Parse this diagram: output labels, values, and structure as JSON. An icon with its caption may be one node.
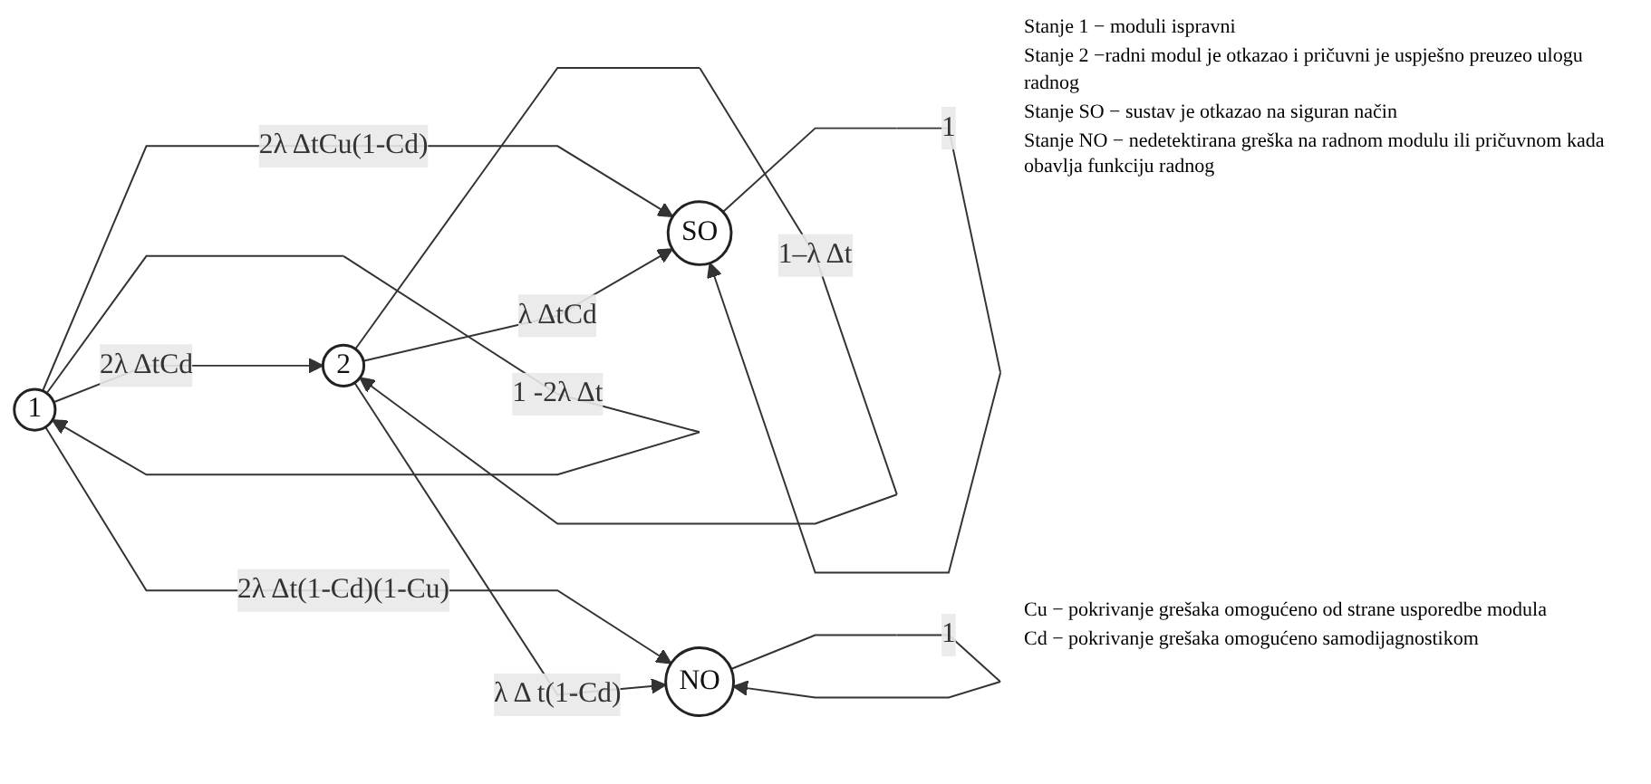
{
  "diagram": {
    "nodes": [
      {
        "text": [
          "SO"
        ]
      },
      {
        "text": [
          "1"
        ]
      },
      {
        "text": [
          "2"
        ]
      },
      {
        "text": [
          "NO"
        ]
      }
    ],
    "edges": [
      {
        "from": 0,
        "to": 0,
        "arrow": "to",
        "label": "1"
      },
      {
        "from": 1,
        "to": 1,
        "arrow": "to",
        "label": "1 -2λ Δt"
      },
      {
        "from": 1,
        "to": 0,
        "arrow": "to",
        "label": "2λ ΔtCu(1-Cd)"
      },
      {
        "from": 1,
        "to": 2,
        "arrow": "to",
        "label": "2λ ΔtCd"
      },
      {
        "from": 2,
        "to": 0,
        "arrow": "to",
        "label": "λ ΔtCd"
      },
      {
        "from": 2,
        "to": 2,
        "arrow": "to",
        "label": "1–λ Δt"
      },
      {
        "from": 1,
        "to": 3,
        "arrow": "to",
        "label": "2λ Δt(1-Cd)(1-Cu)"
      },
      {
        "from": 2,
        "to": 3,
        "arrow": "to",
        "label": "λ Δ  t(1-Cd)"
      },
      {
        "from": 3,
        "to": 3,
        "arrow": "to",
        "label": "1"
      }
    ],
    "labels": [
      "Stanje 1 − moduli ispravni",
      "Stanje 2 −radni modul je otkazao i pričuvni je uspješno preuzeo ulogu radnog",
      "Stanje SO − sustav je otkazao na siguran način",
      "Stanje NO − nedetektirana greška na radnom modulu ili pričuvnom kada obavlja funkciju radnog",
      "Cu − pokrivanje grešaka omogućeno od strane usporedbe modula",
      "Cd − pokrivanje grešaka omogućeno samodijagnostikom"
    ]
  }
}
